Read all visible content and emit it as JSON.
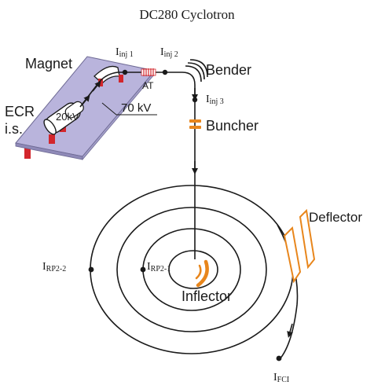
{
  "title": "DC280 Cyclotron",
  "labels": {
    "magnet": "Magnet",
    "bender": "Bender",
    "buncher": "Buncher",
    "ecr_line1": "ECR",
    "ecr_line2": "i.s.",
    "voltage_20": "20kV",
    "voltage_70": "70 kV",
    "at": "AT",
    "deflector": "Deflector",
    "inflector": "Inflector"
  },
  "probes": {
    "inj1": {
      "main": "I",
      "sub": "inj 1"
    },
    "inj2": {
      "main": "I",
      "sub": "inj 2"
    },
    "inj3": {
      "main": "I",
      "sub": "inj 3"
    },
    "rp22": {
      "main": "I",
      "sub": "RP2-2"
    },
    "rp21": {
      "main": "I",
      "sub": "RP2-1"
    },
    "fci": {
      "main": "I",
      "sub": "FCI"
    }
  },
  "colors": {
    "platform_fill": "#b9b4dc",
    "platform_stroke": "#6e6a94",
    "support": "#d3262c",
    "orange": "#e8861c",
    "beam": "#1a1a1a",
    "text": "#1a1a1a"
  }
}
